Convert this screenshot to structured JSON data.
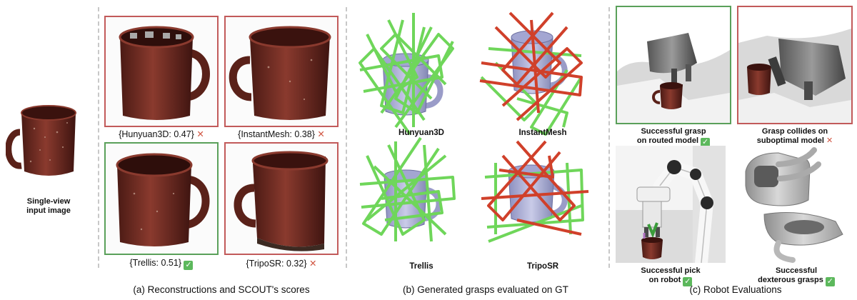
{
  "input": {
    "label_line1": "Single-view",
    "label_line2": "input image"
  },
  "section_a": {
    "title": "(a) Reconstructions and SCOUT's scores",
    "items": [
      {
        "label": "{Hunyuan3D: 0.47}",
        "status": "fail",
        "mark": "✕"
      },
      {
        "label": "{InstantMesh: 0.38}",
        "status": "fail",
        "mark": "✕"
      },
      {
        "label": "{Trellis: 0.51}",
        "status": "pass",
        "mark": "✓"
      },
      {
        "label": "{TripoSR: 0.32}",
        "status": "fail",
        "mark": "✕"
      }
    ]
  },
  "section_b": {
    "title": "(b) Generated grasps evaluated on GT",
    "labels": [
      "Hunyuan3D",
      "InstantMesh",
      "Trellis",
      "TripoSR"
    ]
  },
  "section_c": {
    "title": "(c) Robot Evaluations",
    "captions": [
      {
        "line1": "Successful grasp",
        "line2": "on routed model",
        "mark": "✓",
        "status": "pass"
      },
      {
        "line1": "Grasp collides on",
        "line2": "suboptimal model",
        "mark": "✕",
        "status": "fail"
      },
      {
        "line1": "Successful pick",
        "line2": "on robot",
        "mark": "✓",
        "status": "pass"
      },
      {
        "line1": "Successful",
        "line2": "dexterous grasps",
        "mark": "✓",
        "status": "pass"
      }
    ]
  },
  "colors": {
    "pass": "#5aa05a",
    "fail": "#c25a5a",
    "mug": "#7a2e24",
    "grasp_green": "#6fd65a",
    "grasp_red": "#d0402a"
  }
}
